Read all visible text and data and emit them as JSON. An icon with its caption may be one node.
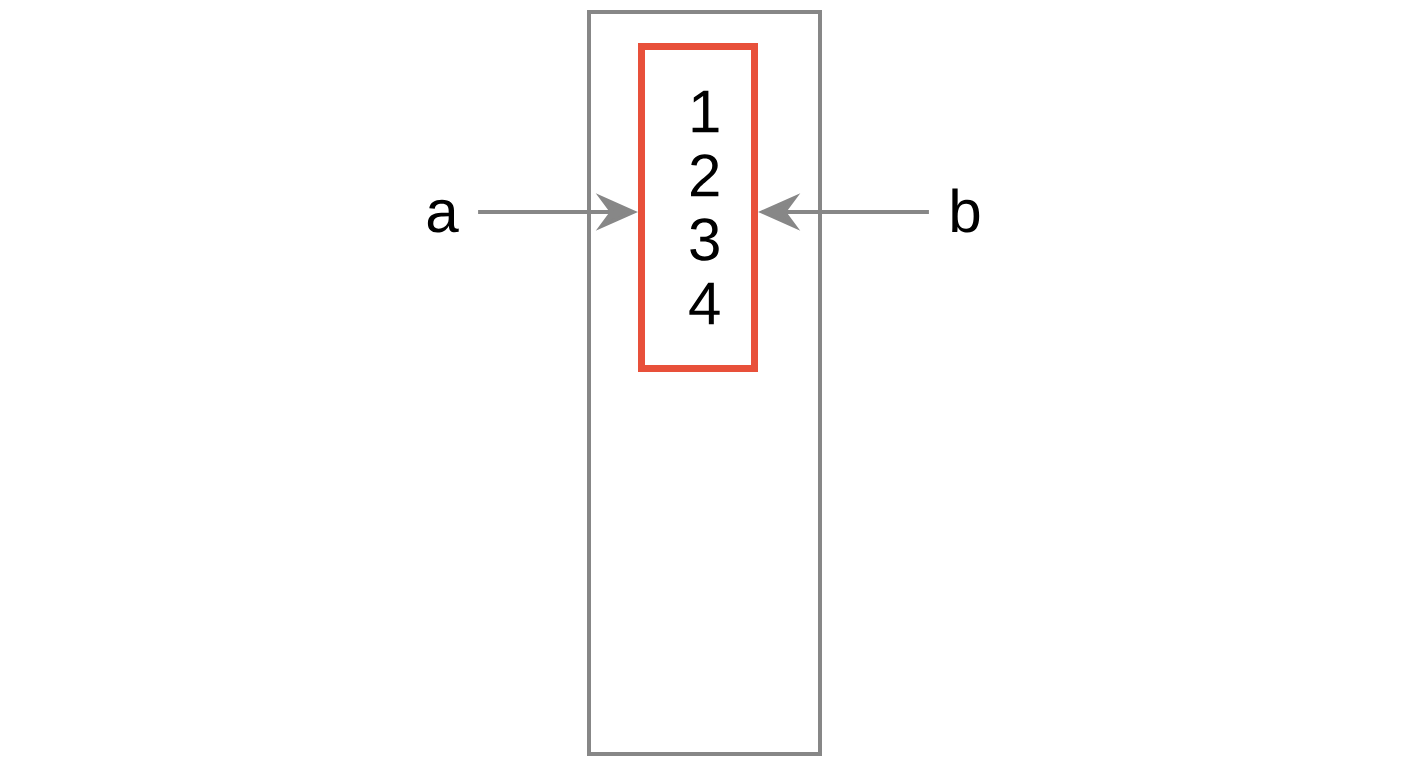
{
  "diagram": {
    "nodes": [
      {
        "text": [],
        "shape": "box"
      },
      {
        "text": [
          "1 2 3 4"
        ],
        "in": 0
      },
      {
        "text": [
          "a"
        ]
      },
      {
        "text": [
          "b"
        ]
      }
    ],
    "edges": [
      {
        "from": 2,
        "to": 1,
        "arrow": "to"
      },
      {
        "from": 3,
        "to": 1,
        "arrow": "to"
      }
    ]
  }
}
